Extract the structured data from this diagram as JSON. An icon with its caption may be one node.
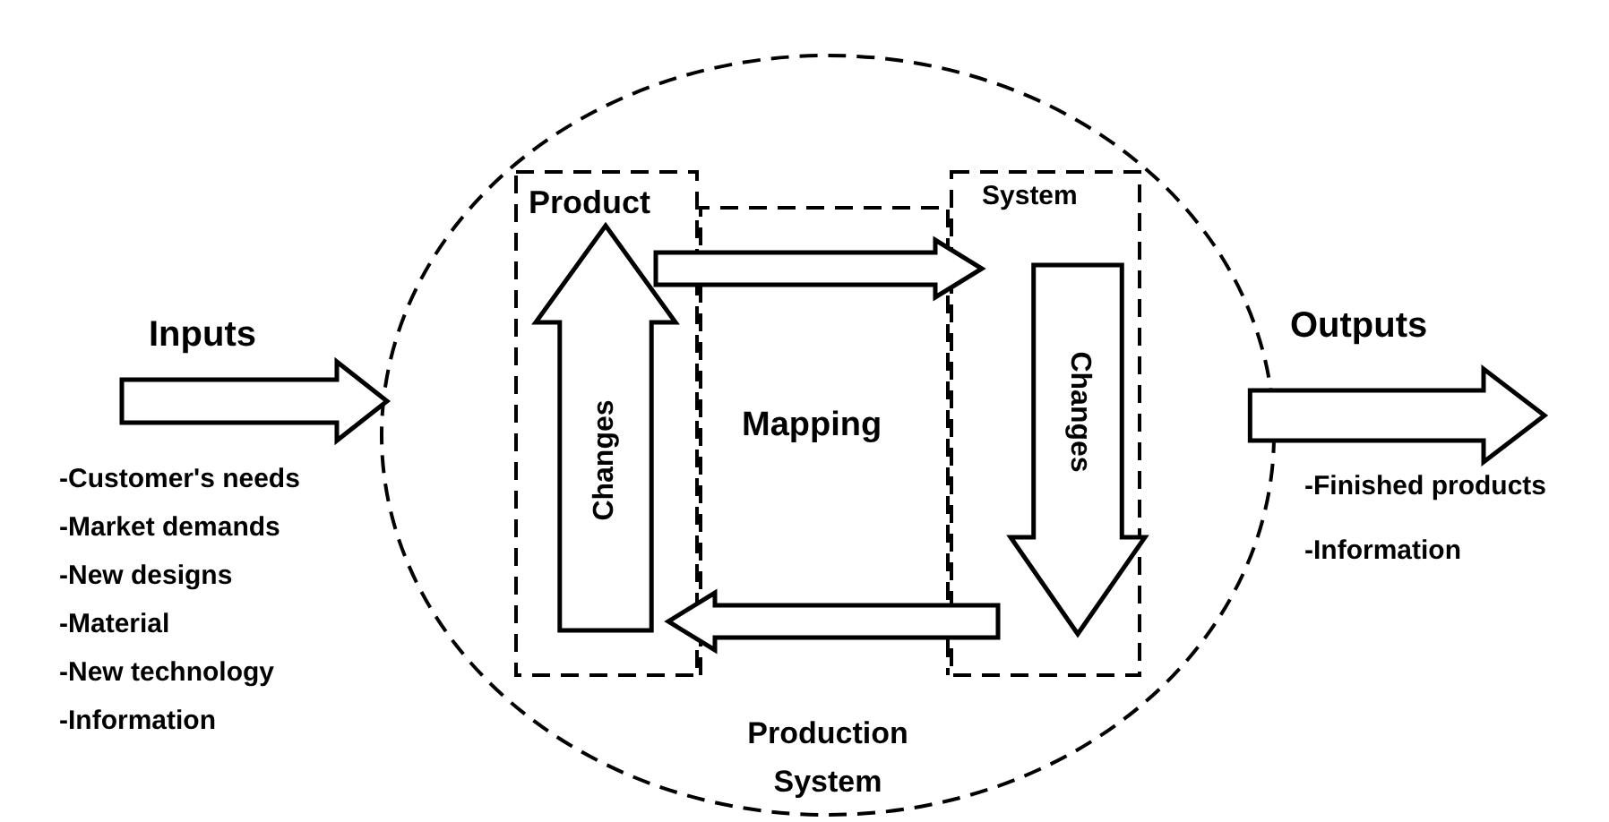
{
  "diagram": {
    "nodes": [
      {
        "text": [
          "Production System"
        ]
      },
      {
        "text": [
          "Product"
        ],
        "in": 0
      },
      {
        "text": [
          "Mapping"
        ],
        "in": 0
      },
      {
        "text": [
          "System"
        ],
        "in": 0
      },
      {
        "text": [
          "Changes"
        ],
        "in": 1
      },
      {
        "text": [
          "Changes"
        ],
        "in": 3
      }
    ],
    "edges": [
      {
        "from": null,
        "to": 0,
        "arrow": "to",
        "label": "Inputs"
      },
      {
        "from": 1,
        "to": 3,
        "arrow": "to"
      },
      {
        "from": 3,
        "to": 1,
        "arrow": "to"
      },
      {
        "from": 0,
        "to": null,
        "arrow": "to",
        "label": "Outputs"
      }
    ],
    "labels": [
      "-Customer's needs",
      "-Market demands",
      "-New designs",
      "-Material",
      "-New technology",
      "-Information",
      "-Finished products",
      "-Information"
    ]
  }
}
